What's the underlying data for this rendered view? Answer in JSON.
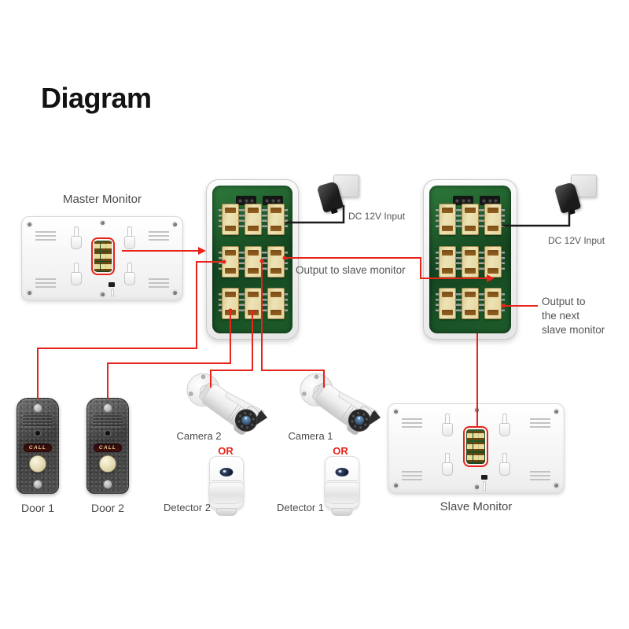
{
  "title": "Diagram",
  "master_monitor": {
    "label": "Master Monitor"
  },
  "slave_monitor": {
    "label": "Slave Monitor"
  },
  "power_left": {
    "label": "DC 12V Input"
  },
  "power_right": {
    "label": "DC 12V Input"
  },
  "annotations": {
    "output_slave": "Output to slave monitor",
    "output_next": {
      "line1": "Output to",
      "line2": "the next",
      "line3": "slave monitor"
    }
  },
  "doors": {
    "door1": {
      "label": "Door 1",
      "call_button": "CALL"
    },
    "door2": {
      "label": "Door 2",
      "call_button": "CALL"
    }
  },
  "cameras": {
    "camera2": {
      "label": "Camera 2",
      "or": "OR"
    },
    "camera1": {
      "label": "Camera 1",
      "or": "OR"
    }
  },
  "detectors": {
    "detector2": {
      "label": "Detector 2"
    },
    "detector1": {
      "label": "Detector 1"
    }
  },
  "colors": {
    "wire_red": "#e8231a",
    "wire_black": "#1a1a1a",
    "label_gray": "#4a4a4a",
    "pcb_green": "#1d5c2a",
    "connector_cream": "#eee3b5",
    "highlight_red": "#e8231a"
  }
}
